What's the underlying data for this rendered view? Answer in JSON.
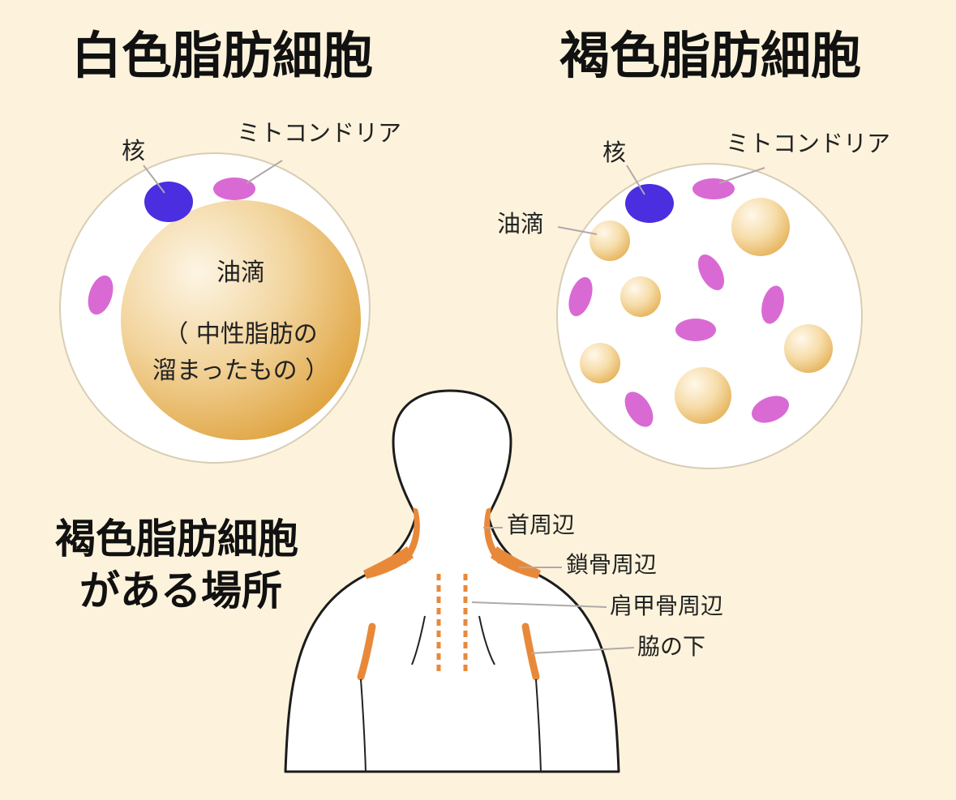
{
  "white_cell": {
    "title": "白色脂肪細胞",
    "nucleus_label": "核",
    "mitochondria_label": "ミトコンドリア",
    "oil_label": "油滴",
    "oil_note_line1": "（ 中性脂肪の",
    "oil_note_line2": "溜まったもの ）"
  },
  "brown_cell": {
    "title": "褐色脂肪細胞",
    "nucleus_label": "核",
    "mitochondria_label": "ミトコンドリア",
    "oil_label": "油滴"
  },
  "locations": {
    "title_line1": "褐色脂肪細胞",
    "title_line2": "がある場所",
    "neck": "首周辺",
    "clavicle": "鎖骨周辺",
    "scapula": "肩甲骨周辺",
    "armpit": "脇の下"
  },
  "colors": {
    "background": "#fdf3dc",
    "nucleus": "#4a2ee0",
    "mitochondria": "#d96ad4",
    "brown_fat_region": "#e8893a",
    "oil_droplet": "#e9b65a"
  }
}
